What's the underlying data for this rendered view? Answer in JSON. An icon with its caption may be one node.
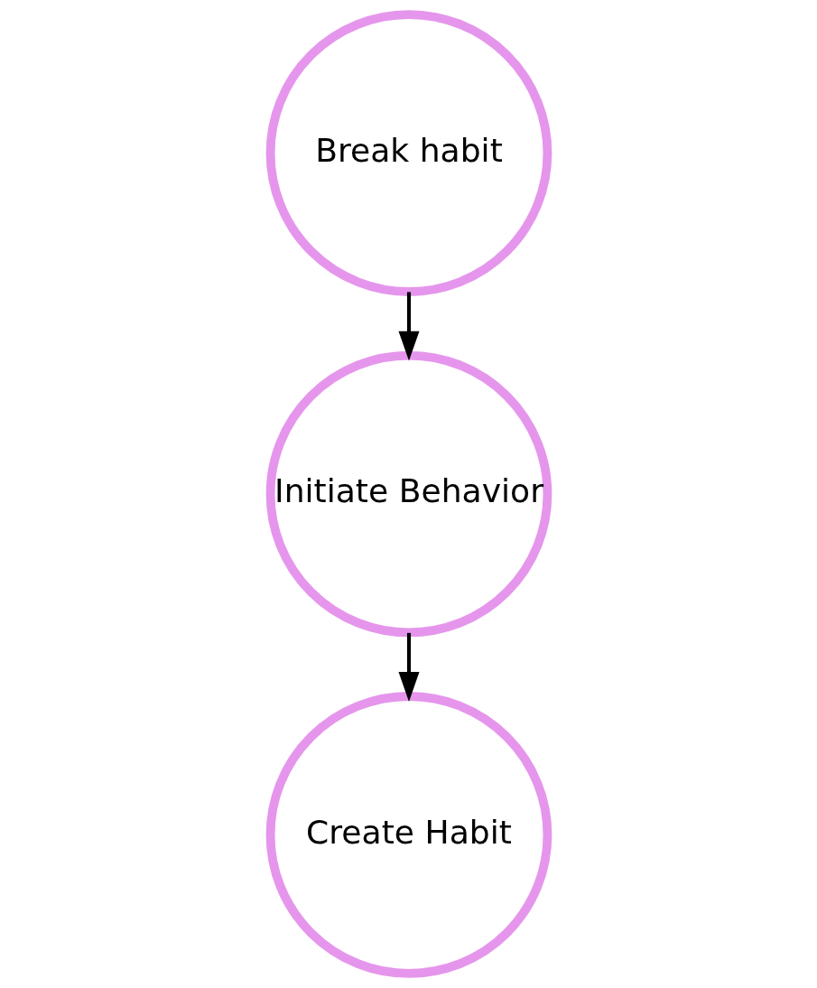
{
  "diagram": {
    "nodes": [
      {
        "text": [
          "Break habit"
        ]
      },
      {
        "text": [
          "Initiate Behavior"
        ]
      },
      {
        "text": [
          "Create Habit"
        ]
      }
    ],
    "edges": [
      {
        "from": 0,
        "to": 1,
        "arrow": "to"
      },
      {
        "from": 1,
        "to": 2,
        "arrow": "to"
      }
    ]
  }
}
